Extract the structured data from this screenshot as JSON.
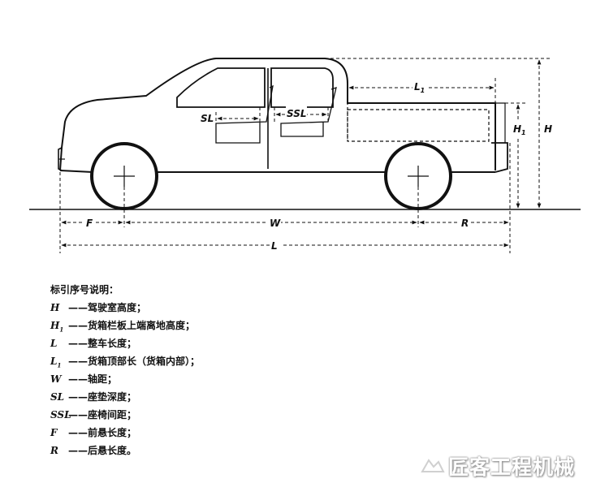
{
  "dimensions": {
    "H": "H",
    "H1": "H",
    "H1_sub": "1",
    "L": "L",
    "L1": "L",
    "L1_sub": "1",
    "W": "W",
    "F": "F",
    "R": "R",
    "SL": "SL",
    "SSL": "SSL"
  },
  "legend": {
    "title": "标引序号说明：",
    "items": [
      {
        "symbol": "H",
        "sub": "",
        "text": "——驾驶室高度；"
      },
      {
        "symbol": "H",
        "sub": "1",
        "text": "——货箱栏板上端离地高度；"
      },
      {
        "symbol": "L",
        "sub": "",
        "text": "——整车长度；"
      },
      {
        "symbol": "L",
        "sub": "1",
        "text": "——货箱顶部长（货箱内部）；"
      },
      {
        "symbol": "W",
        "sub": "",
        "text": "——轴距；"
      },
      {
        "symbol": "SL",
        "sub": "",
        "text": "——座垫深度；"
      },
      {
        "symbol": "SSL",
        "sub": "",
        "text": "——座椅间距；"
      },
      {
        "symbol": "F",
        "sub": "",
        "text": "——前悬长度；"
      },
      {
        "symbol": "R",
        "sub": "",
        "text": "——后悬长度。"
      }
    ]
  },
  "watermark": {
    "text": "匠客工程机械"
  },
  "colors": {
    "line": "#111111",
    "background": "#ffffff"
  }
}
